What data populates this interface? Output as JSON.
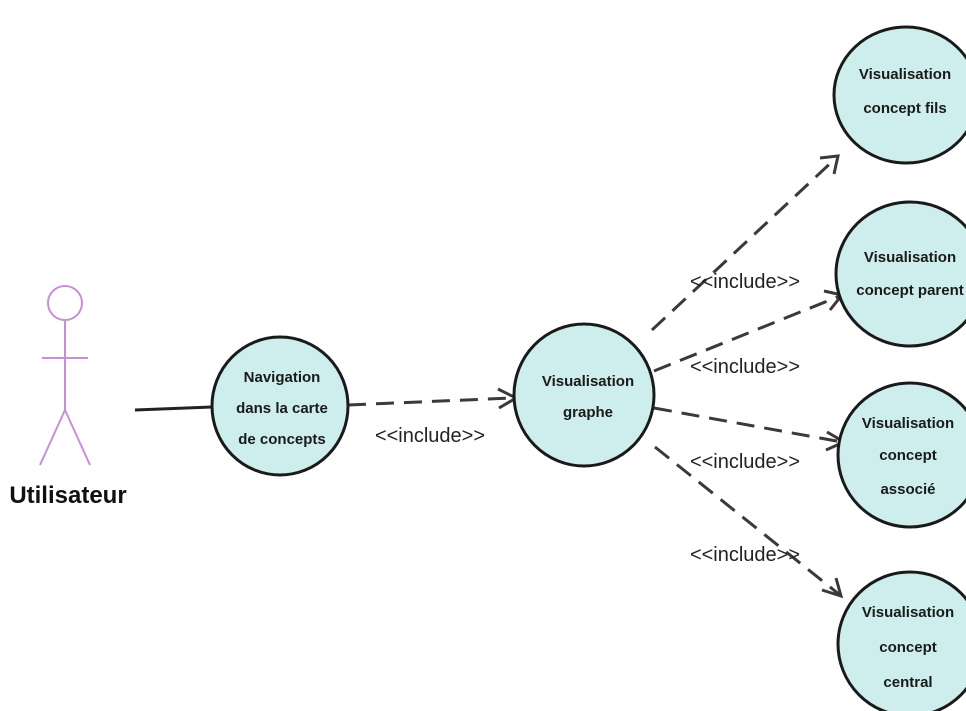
{
  "actor": {
    "name": "Utilisateur"
  },
  "use_cases": {
    "navigation": {
      "lines": [
        "Navigation",
        "dans la carte",
        "de concepts"
      ]
    },
    "graphe": {
      "lines": [
        "Visualisation",
        "graphe"
      ]
    },
    "fils": {
      "lines": [
        "Visualisation",
        "concept fils"
      ]
    },
    "parent": {
      "lines": [
        "Visualisation",
        "concept parent"
      ]
    },
    "associe": {
      "lines": [
        "Visualisation",
        "concept",
        "associé"
      ]
    },
    "central": {
      "lines": [
        "Visualisation",
        "concept",
        "central"
      ]
    }
  },
  "dependencies": [
    {
      "from": "navigation",
      "to": "graphe",
      "label": "<<include>>"
    },
    {
      "from": "graphe",
      "to": "fils",
      "label": "<<include>>"
    },
    {
      "from": "graphe",
      "to": "parent",
      "label": "<<include>>"
    },
    {
      "from": "graphe",
      "to": "associe",
      "label": "<<include>>"
    },
    {
      "from": "graphe",
      "to": "central",
      "label": "<<include>>"
    }
  ],
  "colors": {
    "use_case_fill": "#cdeeed",
    "actor_stroke": "#c98fd6",
    "line": "#3a3a3a"
  }
}
